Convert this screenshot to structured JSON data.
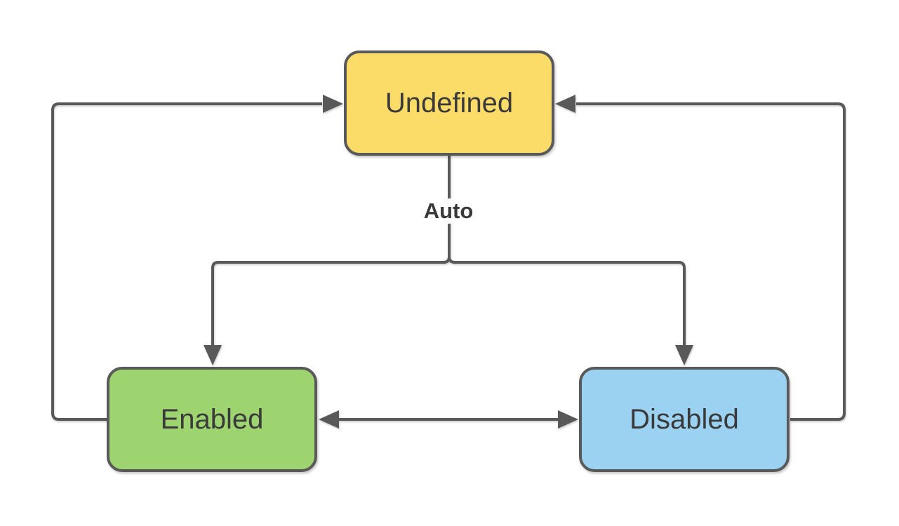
{
  "colors": {
    "stroke": "#595959",
    "text": "#3A3A3A",
    "background": "#FFFFFF",
    "label_background": "#FFFFFF"
  },
  "nodes": {
    "undefined": {
      "label": "Undefined",
      "fill": "#FCDC68"
    },
    "enabled": {
      "label": "Enabled",
      "fill": "#9DD470"
    },
    "disabled": {
      "label": "Disabled",
      "fill": "#9BD2F1"
    }
  },
  "edges": {
    "auto_label": "Auto",
    "undefined_to_enabled": {
      "from": "Undefined",
      "to": "Enabled",
      "label": "Auto"
    },
    "undefined_to_disabled": {
      "from": "Undefined",
      "to": "Disabled",
      "label": "Auto"
    },
    "enabled_to_undefined": {
      "from": "Enabled",
      "to": "Undefined"
    },
    "disabled_to_undefined": {
      "from": "Disabled",
      "to": "Undefined"
    },
    "enabled_disabled": {
      "from": "Enabled",
      "to": "Disabled",
      "bidirectional": true
    }
  }
}
